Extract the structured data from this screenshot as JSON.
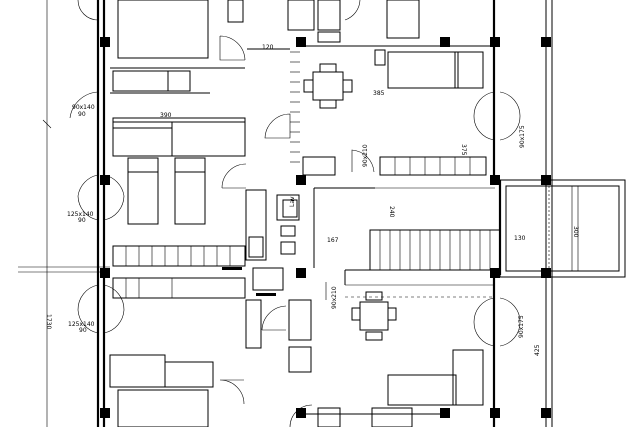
{
  "title": "",
  "dimensions": {
    "d120": "120",
    "d385": "385",
    "d390": "390",
    "d90x140": "90x140",
    "d90a": "90",
    "d90x175": "90x175",
    "d125x140a": "125x140",
    "d90b": "90",
    "d125x140b": "125x140",
    "d90c": "90",
    "d375": "375",
    "d90x210a": "90x210",
    "d240": "240",
    "d167": "167",
    "d130": "130",
    "d300": "300",
    "d90x210b": "90x210",
    "d1730": "1730",
    "d425": "425"
  },
  "labels": {
    "lav": "Lav"
  },
  "colors": {
    "line": "#000000",
    "background": "#ffffff"
  }
}
